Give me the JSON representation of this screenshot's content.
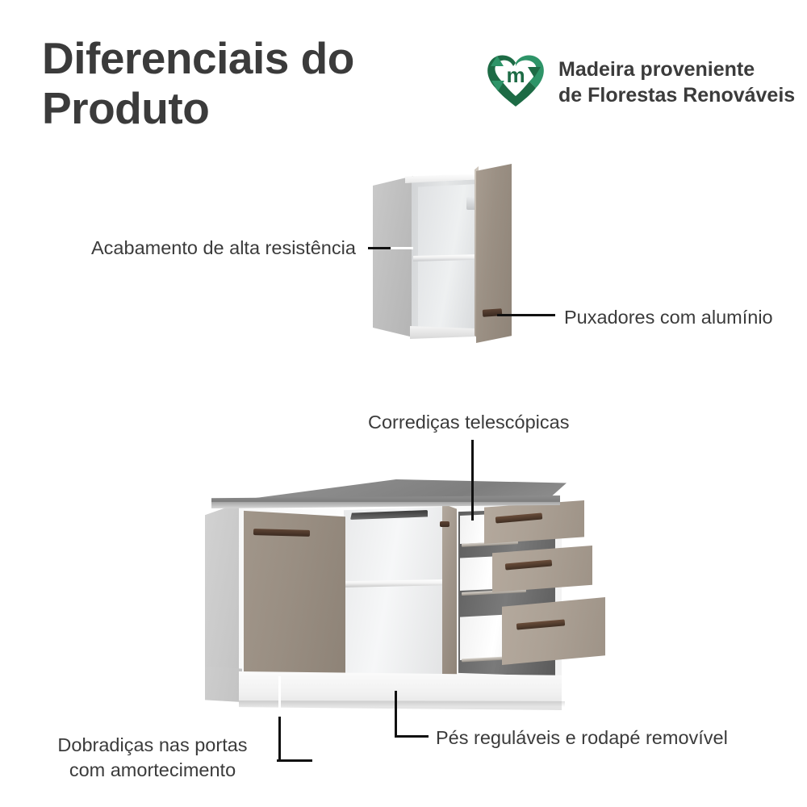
{
  "header": {
    "title": "Diferenciais do\nProduto",
    "eco_badge": {
      "icon": "recycle-heart-icon",
      "monogram": "m",
      "text": "Madeira proveniente\nde Florestas Renováveis",
      "color_dark": "#1d6b45",
      "color_mid": "#2e9468"
    }
  },
  "colors": {
    "title_text": "#3b3b3b",
    "callout_text": "#3b3b3b",
    "leader_line": "#111111",
    "door_taupe": "#998e82",
    "drawer_taupe": "#aca195",
    "handle_brown": "#4a3526",
    "carcass_white": "#f7f7f7",
    "side_panel_gray": "#c9c9c9",
    "countertop_gray": "#8b8b8b",
    "background": "#ffffff"
  },
  "wall_cabinet": {
    "name": "wall-cabinet-illustration",
    "parts": [
      "side-panel",
      "interior",
      "shelf",
      "hinge-plate",
      "open-door",
      "aluminium-handle"
    ],
    "callouts": [
      {
        "id": "acabamento",
        "label": "Acabamento de alta resistência",
        "leader": "horizontal-left"
      },
      {
        "id": "puxadores",
        "label": "Puxadores com alumínio",
        "leader": "horizontal-right"
      }
    ]
  },
  "base_cabinet": {
    "name": "base-cabinet-illustration",
    "parts": [
      "countertop",
      "left-door",
      "center-open-door",
      "interior-shelf",
      "drawer-1",
      "drawer-2",
      "drawer-3",
      "telescopic-slides",
      "plinth"
    ],
    "drawer_count": 3,
    "door_count": 2,
    "callouts": [
      {
        "id": "corredicas",
        "label": "Corrediças telescópicas",
        "leader": "vertical-down"
      },
      {
        "id": "dobradicas",
        "label": "Dobradiças nas portas\ncom amortecimento",
        "leader": "elbow-up-right"
      },
      {
        "id": "pes",
        "label": "Pés reguláveis e rodapé removível",
        "leader": "elbow-up-left"
      }
    ]
  }
}
